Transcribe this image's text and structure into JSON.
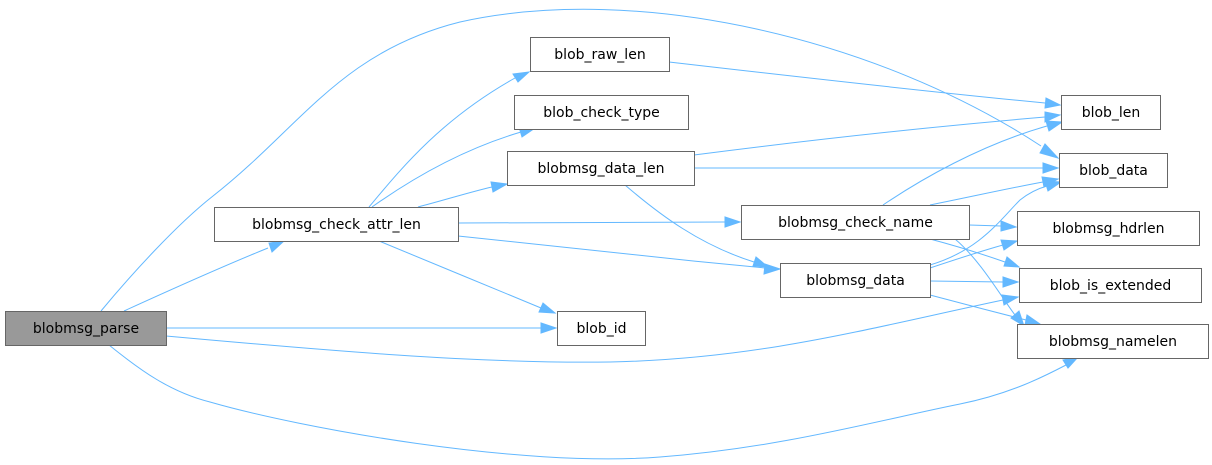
{
  "diagram": {
    "kind": "call-graph",
    "root": "blobmsg_parse",
    "colors": {
      "edge": "#63b8ff",
      "root_fill": "#999999",
      "node_fill": "#ffffff",
      "node_border": "#666666"
    },
    "nodes": [
      {
        "id": "blobmsg_parse",
        "label": "blobmsg_parse",
        "root": true
      },
      {
        "id": "blobmsg_check_attr_len",
        "label": "blobmsg_check_attr_len"
      },
      {
        "id": "blob_raw_len",
        "label": "blob_raw_len"
      },
      {
        "id": "blob_check_type",
        "label": "blob_check_type"
      },
      {
        "id": "blobmsg_data_len",
        "label": "blobmsg_data_len"
      },
      {
        "id": "blob_id",
        "label": "blob_id"
      },
      {
        "id": "blobmsg_check_name",
        "label": "blobmsg_check_name"
      },
      {
        "id": "blobmsg_data",
        "label": "blobmsg_data"
      },
      {
        "id": "blob_len",
        "label": "blob_len"
      },
      {
        "id": "blob_data",
        "label": "blob_data"
      },
      {
        "id": "blobmsg_hdrlen",
        "label": "blobmsg_hdrlen"
      },
      {
        "id": "blob_is_extended",
        "label": "blob_is_extended"
      },
      {
        "id": "blobmsg_namelen",
        "label": "blobmsg_namelen"
      }
    ],
    "edges": [
      {
        "from": "blobmsg_parse",
        "to": "blob_data"
      },
      {
        "from": "blobmsg_parse",
        "to": "blobmsg_check_attr_len"
      },
      {
        "from": "blobmsg_parse",
        "to": "blob_id"
      },
      {
        "from": "blobmsg_parse",
        "to": "blob_is_extended"
      },
      {
        "from": "blobmsg_parse",
        "to": "blobmsg_namelen"
      },
      {
        "from": "blobmsg_check_attr_len",
        "to": "blob_raw_len"
      },
      {
        "from": "blobmsg_check_attr_len",
        "to": "blob_check_type"
      },
      {
        "from": "blobmsg_check_attr_len",
        "to": "blobmsg_data_len"
      },
      {
        "from": "blobmsg_check_attr_len",
        "to": "blobmsg_check_name"
      },
      {
        "from": "blobmsg_check_attr_len",
        "to": "blobmsg_data"
      },
      {
        "from": "blobmsg_check_attr_len",
        "to": "blob_id"
      },
      {
        "from": "blob_raw_len",
        "to": "blob_len"
      },
      {
        "from": "blobmsg_data_len",
        "to": "blob_len"
      },
      {
        "from": "blobmsg_data_len",
        "to": "blob_data"
      },
      {
        "from": "blobmsg_data_len",
        "to": "blobmsg_data"
      },
      {
        "from": "blobmsg_check_name",
        "to": "blob_len"
      },
      {
        "from": "blobmsg_check_name",
        "to": "blob_data"
      },
      {
        "from": "blobmsg_check_name",
        "to": "blobmsg_hdrlen"
      },
      {
        "from": "blobmsg_check_name",
        "to": "blob_is_extended"
      },
      {
        "from": "blobmsg_check_name",
        "to": "blobmsg_namelen"
      },
      {
        "from": "blobmsg_data",
        "to": "blob_data"
      },
      {
        "from": "blobmsg_data",
        "to": "blobmsg_hdrlen"
      },
      {
        "from": "blobmsg_data",
        "to": "blob_is_extended"
      },
      {
        "from": "blobmsg_data",
        "to": "blobmsg_namelen"
      }
    ]
  }
}
